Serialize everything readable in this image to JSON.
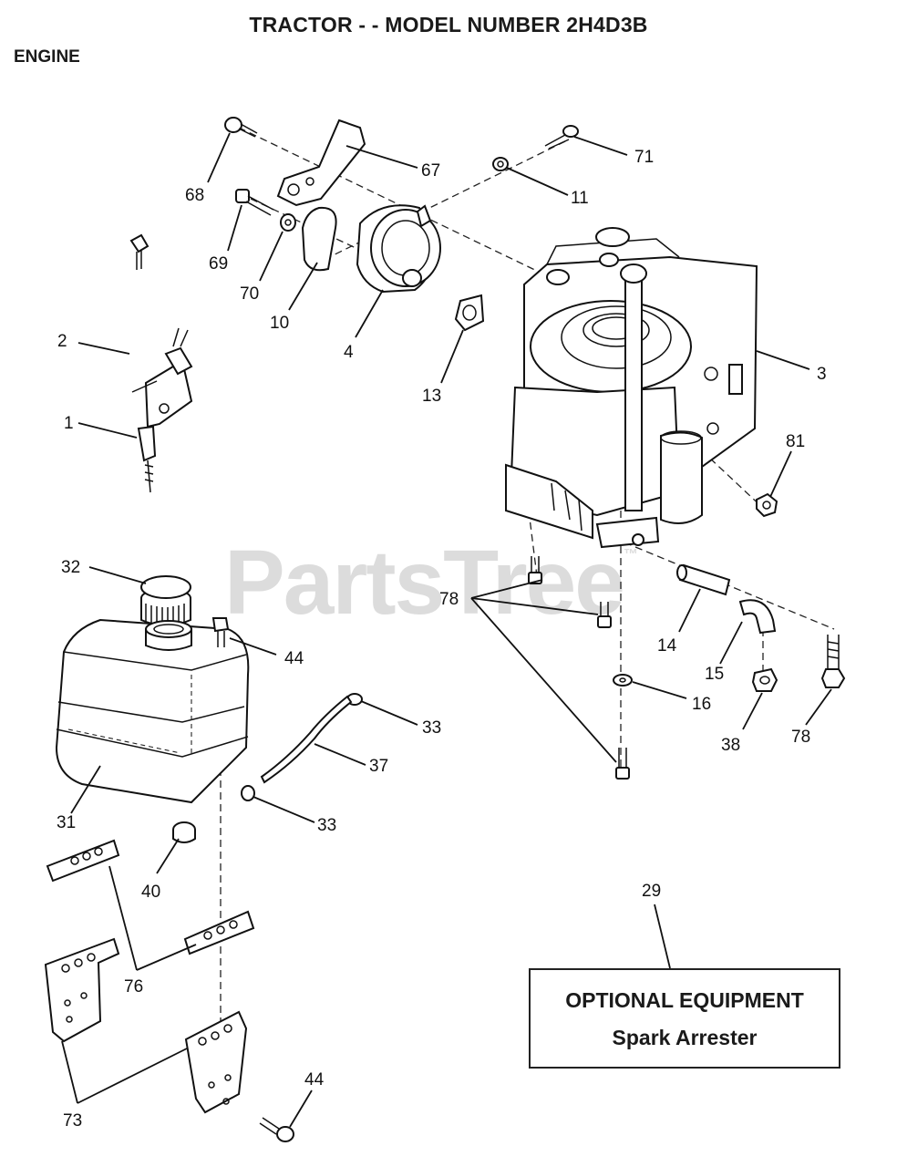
{
  "header": {
    "title": "TRACTOR - - MODEL NUMBER 2H4D3B",
    "section": "ENGINE"
  },
  "watermark": {
    "text": "PartsTree",
    "mark": "™"
  },
  "callouts": [
    {
      "id": "c68",
      "label": "68"
    },
    {
      "id": "c67",
      "label": "67"
    },
    {
      "id": "c71",
      "label": "71"
    },
    {
      "id": "c11",
      "label": "11"
    },
    {
      "id": "c69",
      "label": "69"
    },
    {
      "id": "c70",
      "label": "70"
    },
    {
      "id": "c10",
      "label": "10"
    },
    {
      "id": "c4",
      "label": "4"
    },
    {
      "id": "c13",
      "label": "13"
    },
    {
      "id": "c3",
      "label": "3"
    },
    {
      "id": "c2",
      "label": "2"
    },
    {
      "id": "c1",
      "label": "1"
    },
    {
      "id": "c81",
      "label": "81"
    },
    {
      "id": "c32",
      "label": "32"
    },
    {
      "id": "c44a",
      "label": "44"
    },
    {
      "id": "c78a",
      "label": "78"
    },
    {
      "id": "c14",
      "label": "14"
    },
    {
      "id": "c15",
      "label": "15"
    },
    {
      "id": "c16",
      "label": "16"
    },
    {
      "id": "c38",
      "label": "38"
    },
    {
      "id": "c78b",
      "label": "78"
    },
    {
      "id": "c33a",
      "label": "33"
    },
    {
      "id": "c37",
      "label": "37"
    },
    {
      "id": "c31",
      "label": "31"
    },
    {
      "id": "c33b",
      "label": "33"
    },
    {
      "id": "c40",
      "label": "40"
    },
    {
      "id": "c29",
      "label": "29"
    },
    {
      "id": "c76",
      "label": "76"
    },
    {
      "id": "c44b",
      "label": "44"
    },
    {
      "id": "c73",
      "label": "73"
    }
  ],
  "optional_equipment": {
    "heading": "OPTIONAL EQUIPMENT",
    "item": "Spark Arrester"
  }
}
